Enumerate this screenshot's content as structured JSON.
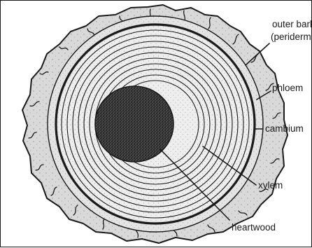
{
  "labels": {
    "outer_bark_line1": "outer bark",
    "outer_bark_line2": "(periderm)",
    "phloem": "phloem",
    "cambium": "cambium",
    "xylem": "xylem",
    "heartwood": "heartwood"
  },
  "colors": {
    "ink": "#1a1a1a",
    "bark_fill": "#dcdcdc",
    "xylem_fill": "#e9e9e9",
    "heartwood_fill": "#3a3a3a"
  }
}
